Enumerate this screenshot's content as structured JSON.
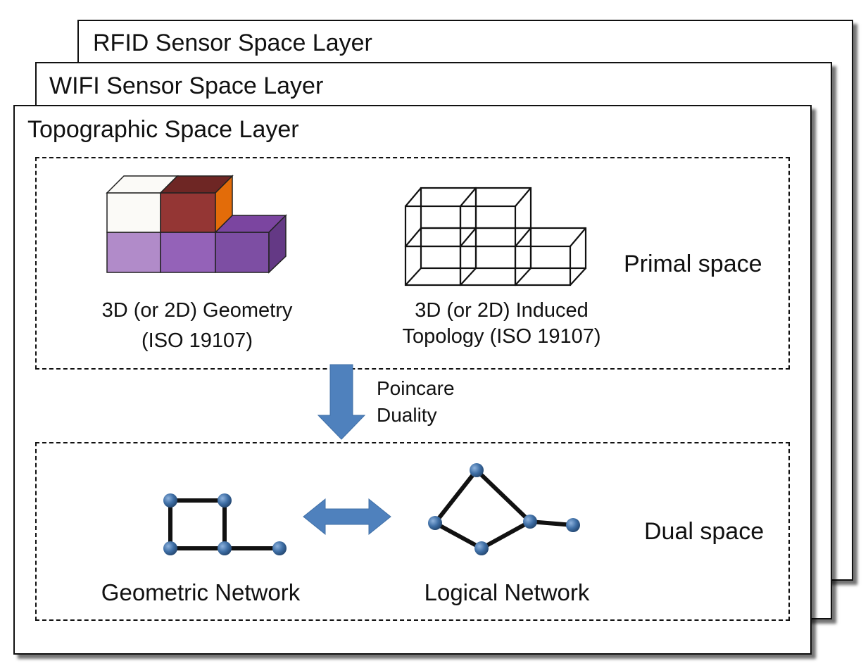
{
  "layers": {
    "rfid": "RFID Sensor Space Layer",
    "wifi": "WIFI Sensor Space Layer",
    "topographic": "Topographic Space Layer"
  },
  "primal": {
    "label": "Primal space",
    "geometry_caption": [
      "3D (or 2D) Geometry",
      "(ISO 19107)"
    ],
    "topology_caption": [
      "3D (or 2D) Induced",
      "Topology (ISO 19107)"
    ]
  },
  "duality": {
    "lines": [
      "Poincare",
      "Duality"
    ]
  },
  "dual": {
    "label": "Dual space",
    "geometric_network": "Geometric Network",
    "logical_network": "Logical Network"
  },
  "colors": {
    "arrow_blue": "#4f81bd",
    "node_blue": "#3f6fa6",
    "cube_white": "#fbfaf7",
    "cube_maroon": "#943634",
    "cube_orange": "#e36c09",
    "cube_light_purple": "#b18bc9",
    "cube_purple": "#8e5bb0",
    "cube_dark_purple": "#7a4a9e"
  }
}
